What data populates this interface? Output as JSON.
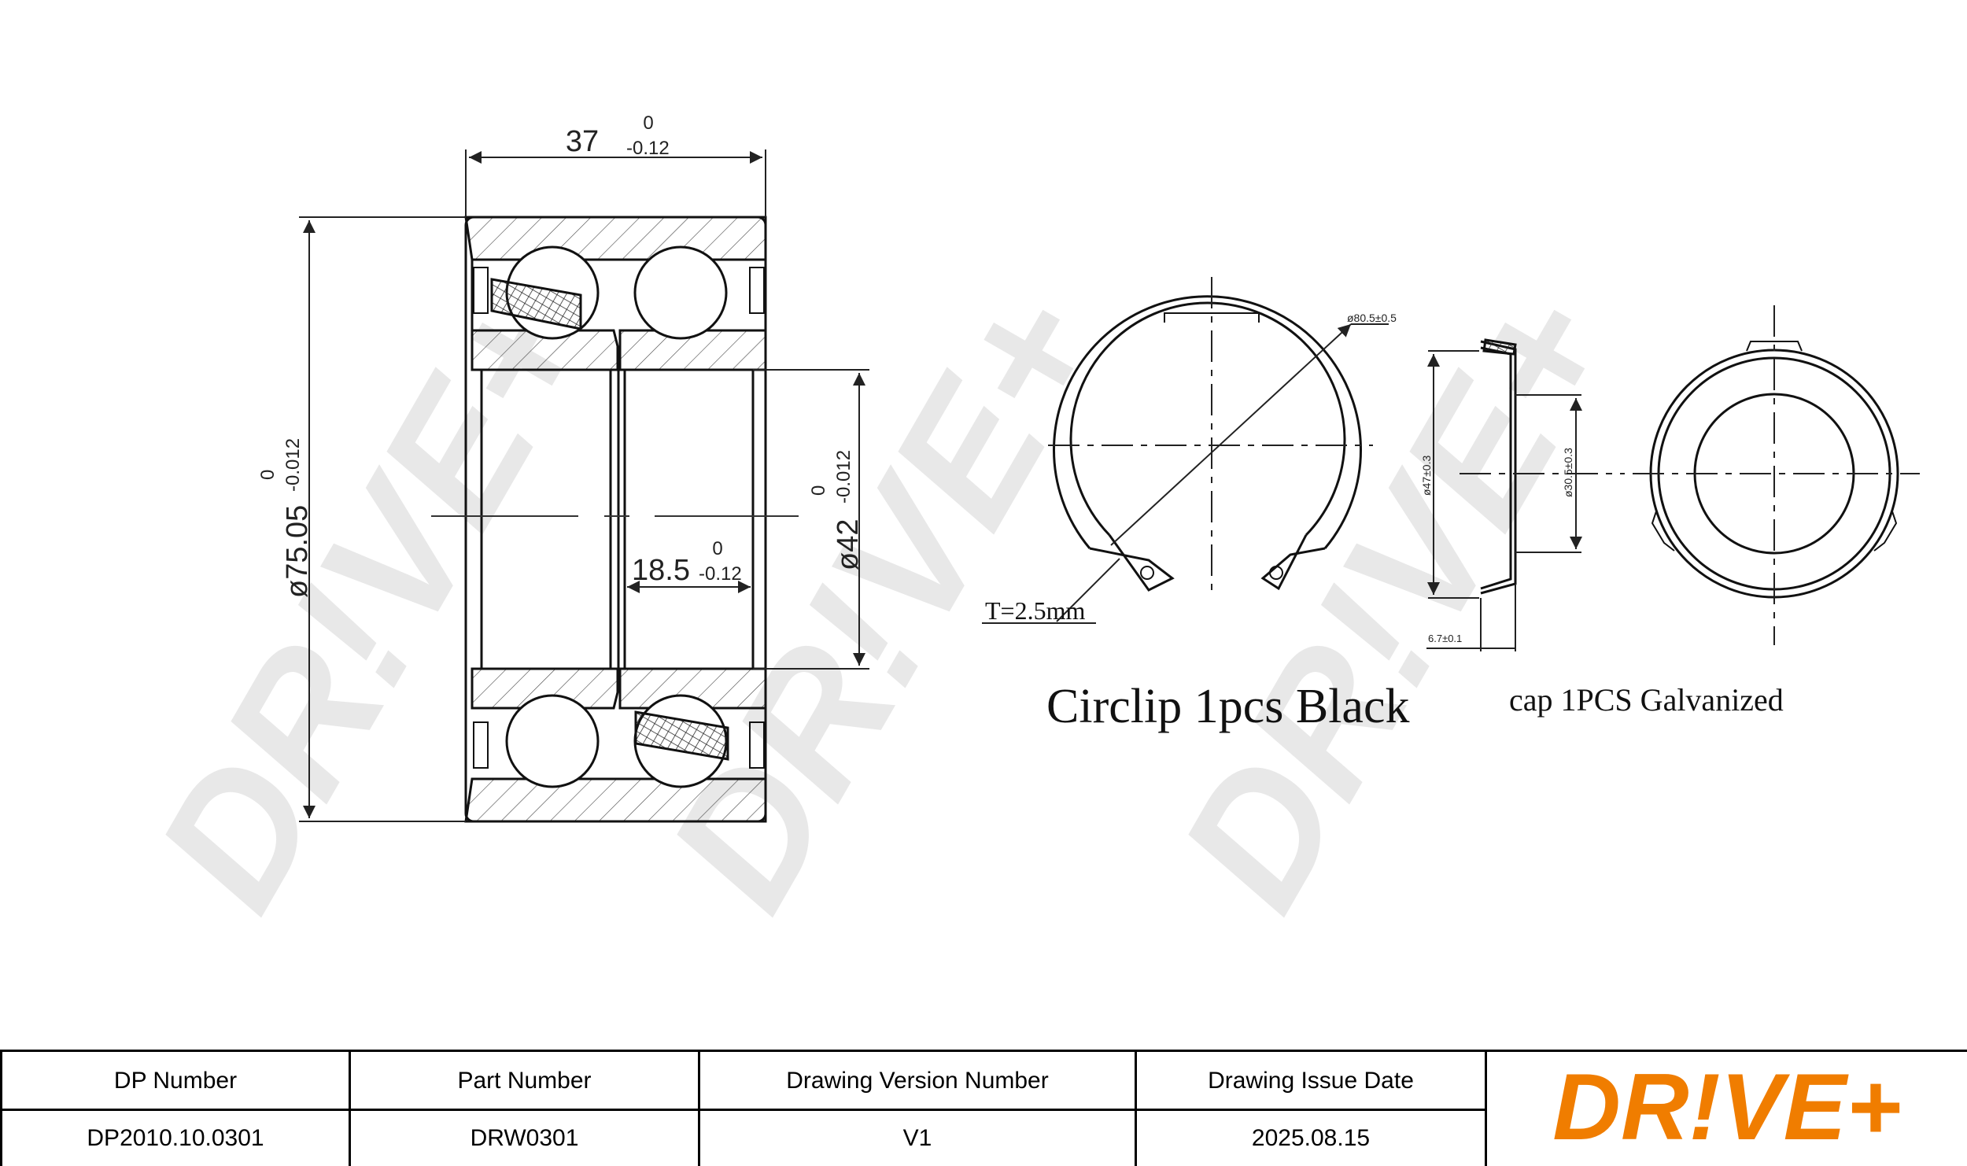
{
  "watermark": {
    "text": "DR!VE+"
  },
  "bearing_dims": {
    "width_nominal": "37",
    "width_upper": "0",
    "width_lower": "-0.12",
    "od_label": "ø75.05",
    "od_upper": "0",
    "od_lower": "-0.012",
    "id_label": "ø42",
    "id_upper": "0",
    "id_lower": "-0.012",
    "half_width": "18.5",
    "half_upper": "0",
    "half_lower": "-0.12"
  },
  "circlip": {
    "dia_label": "ø80.5±0.5",
    "thickness_label": "T=2.5mm",
    "caption": "Circlip 1pcs  Black"
  },
  "cap": {
    "od_label": "ø47±0.3",
    "id_label": "ø30.5±0.3",
    "depth_label": "6.7±0.1",
    "caption": "cap 1PCS  Galvanized"
  },
  "title_block": {
    "headers": [
      "DP Number",
      "Part Number",
      "Drawing Version Number",
      "Drawing Issue Date"
    ],
    "values": [
      "DP2010.10.0301",
      "DRW0301",
      "V1",
      "2025.08.15"
    ],
    "logo_text": "DR!VE+",
    "logo_color": "#f07d00"
  }
}
